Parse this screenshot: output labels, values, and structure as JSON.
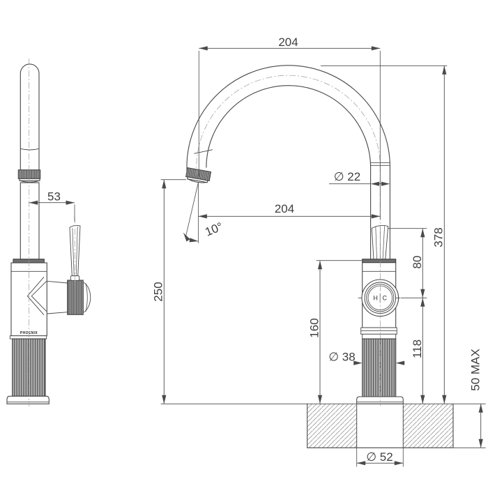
{
  "drawing": {
    "brand_label": "PHOENIX",
    "handle_marking": {
      "hot": "H",
      "cold": "C"
    },
    "dims": {
      "offset_53": "53",
      "reach_204_top": "204",
      "reach_204_spout": "204",
      "spout_diameter": "∅ 22",
      "spout_angle": "10°",
      "overall_height_378": "378",
      "lever_height_80": "80",
      "outlet_height_250": "250",
      "body_height_160": "160",
      "body_diameter": "∅ 38",
      "base_height_118": "118",
      "hole_diameter": "∅ 52",
      "bench_thickness": "50 MAX"
    }
  }
}
